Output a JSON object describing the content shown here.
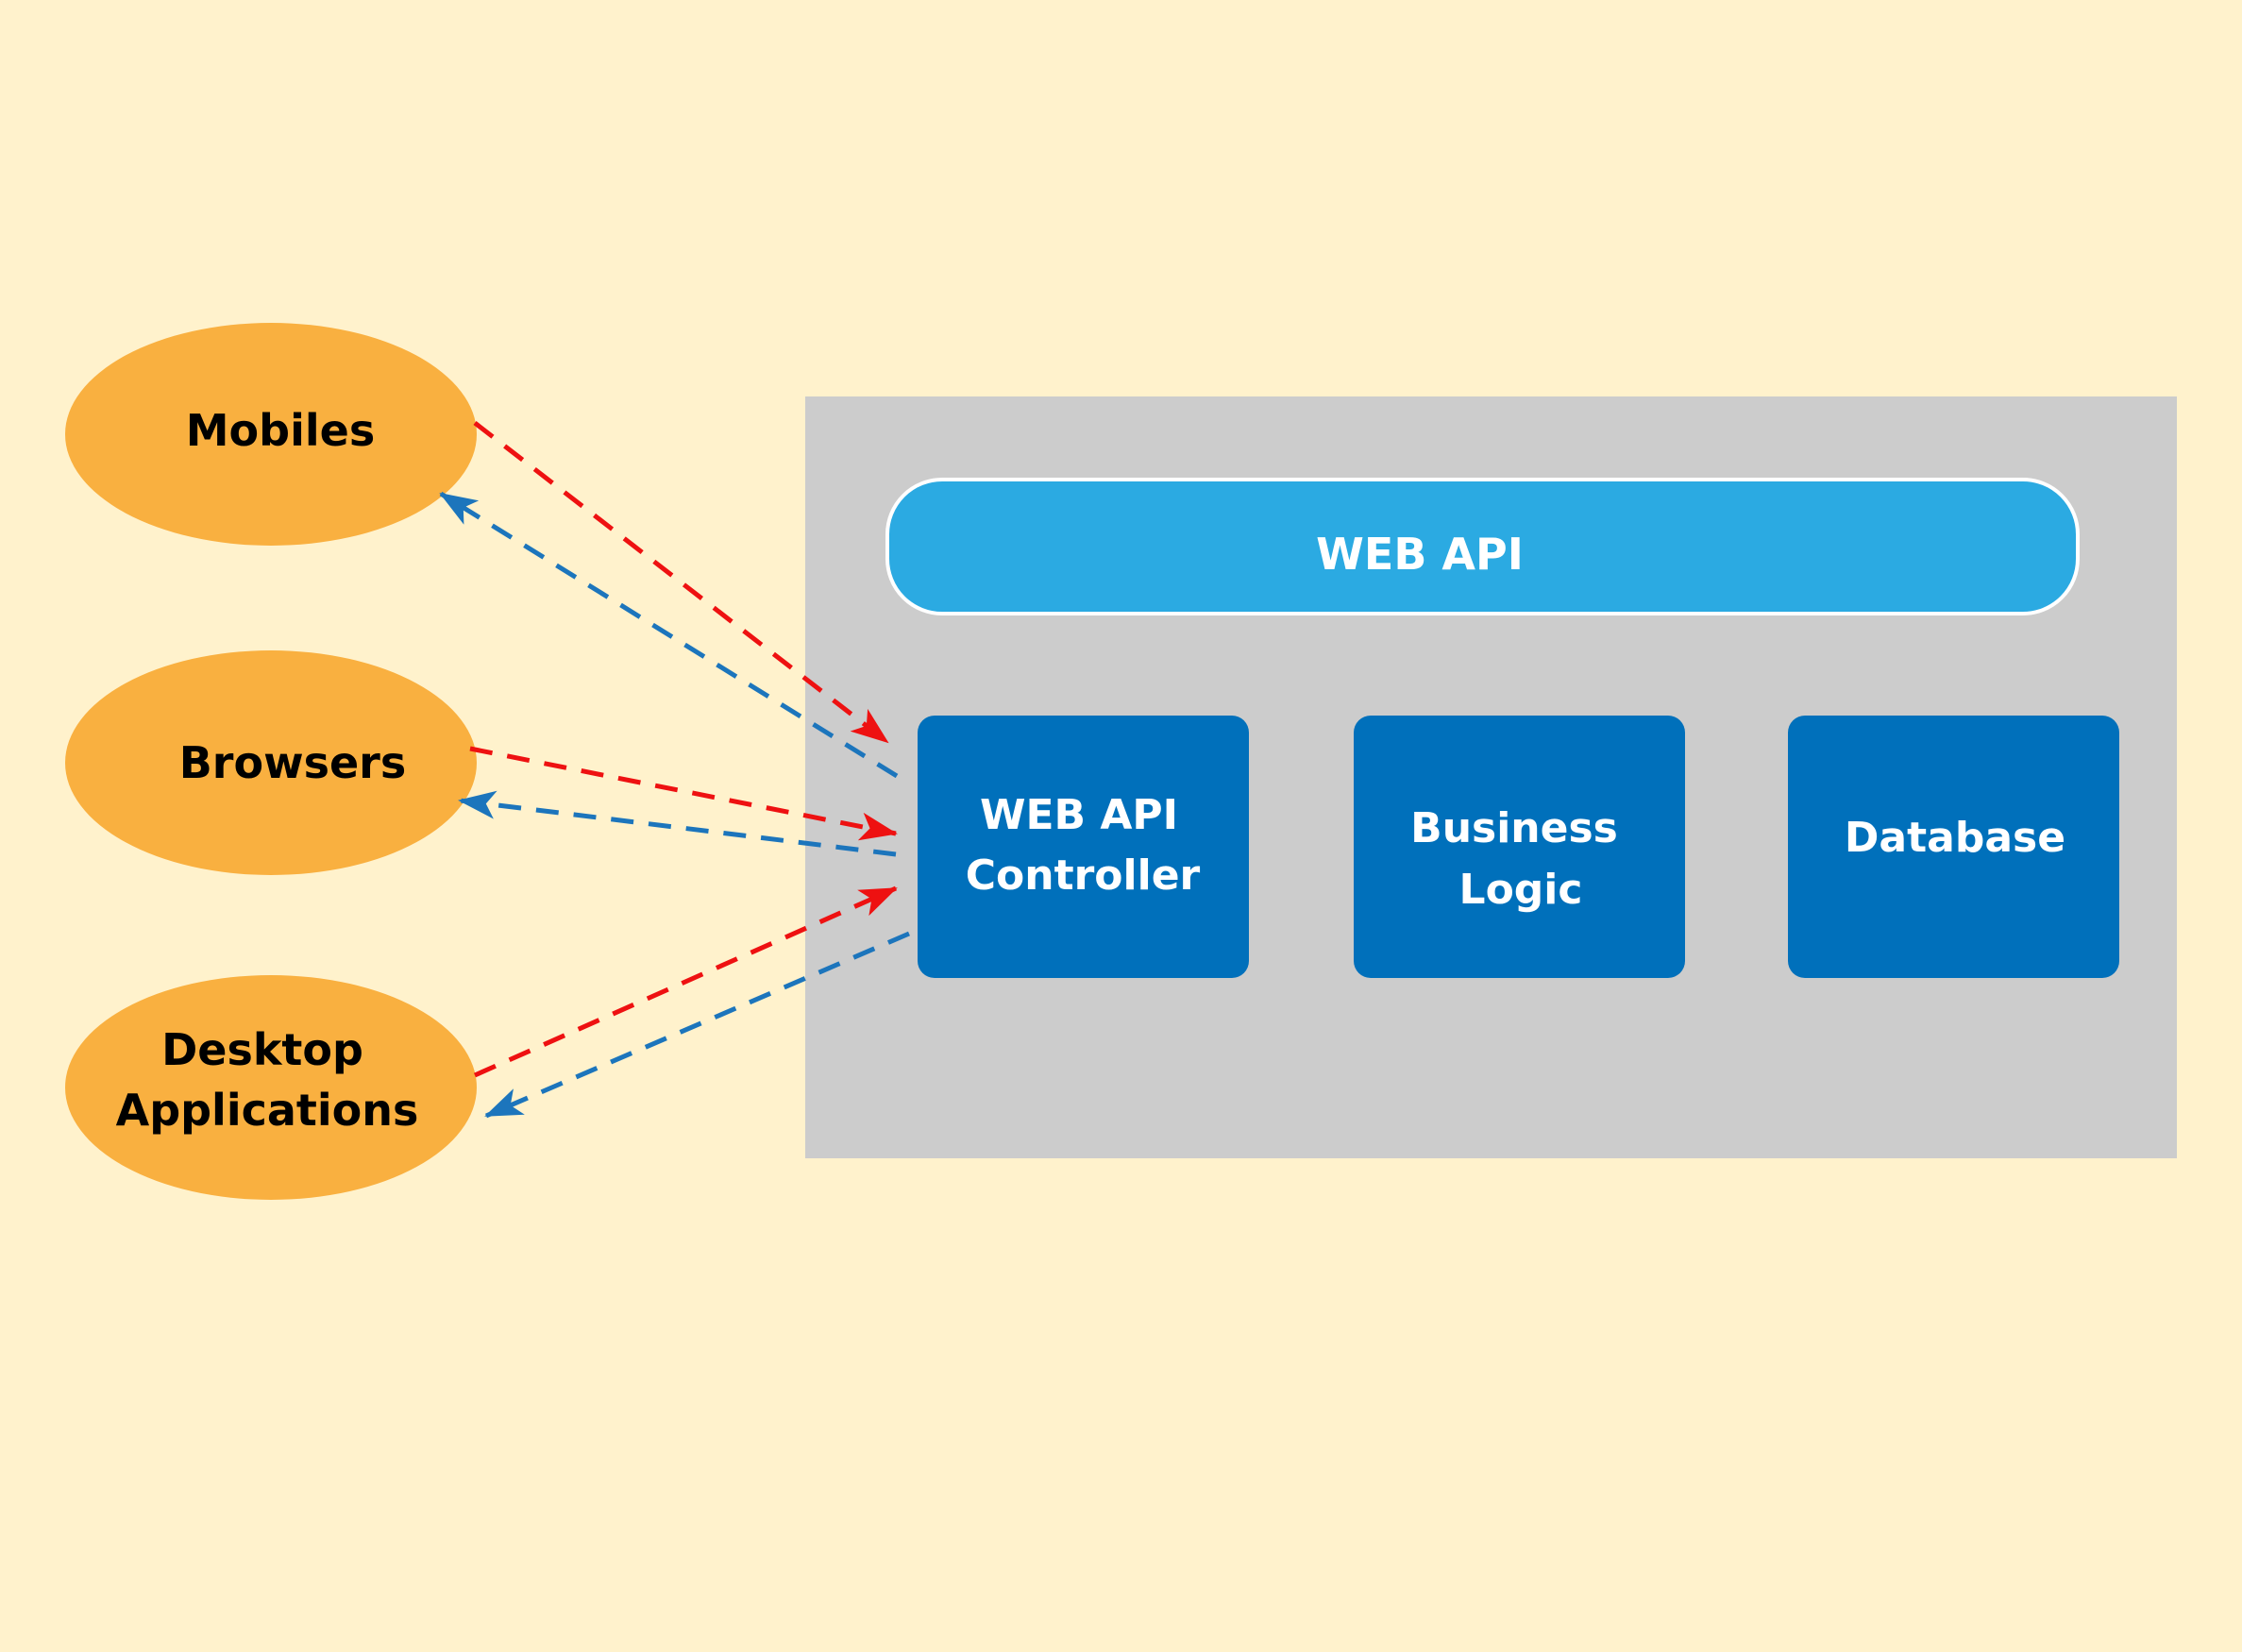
{
  "colors": {
    "background": "#FFF2CC",
    "client_fill": "#F9B040",
    "server_container": "#CCCCCC",
    "web_api_bar": "#2BAAE2",
    "component_fill": "#0070BB",
    "request_arrow": "#EE1111",
    "response_arrow": "#1C75BC"
  },
  "clients": [
    {
      "id": "mobiles",
      "lines": [
        "Mobiles"
      ]
    },
    {
      "id": "browsers",
      "lines": [
        "Browsers"
      ]
    },
    {
      "id": "desktop-applications",
      "lines": [
        "Desktop",
        "Applications"
      ]
    }
  ],
  "server": {
    "web_api_label": "WEB API",
    "components": [
      {
        "id": "web-api-controller",
        "lines": [
          "WEB API",
          "Controller"
        ]
      },
      {
        "id": "business-logic",
        "lines": [
          "Business",
          "Logic"
        ]
      },
      {
        "id": "database",
        "lines": [
          "Database"
        ]
      }
    ]
  },
  "flows": [
    {
      "from": "mobiles",
      "to": "web-api-controller",
      "kind": "request"
    },
    {
      "from": "web-api-controller",
      "to": "mobiles",
      "kind": "response"
    },
    {
      "from": "browsers",
      "to": "web-api-controller",
      "kind": "request"
    },
    {
      "from": "web-api-controller",
      "to": "browsers",
      "kind": "response"
    },
    {
      "from": "desktop-applications",
      "to": "web-api-controller",
      "kind": "request"
    },
    {
      "from": "web-api-controller",
      "to": "desktop-applications",
      "kind": "response"
    }
  ]
}
